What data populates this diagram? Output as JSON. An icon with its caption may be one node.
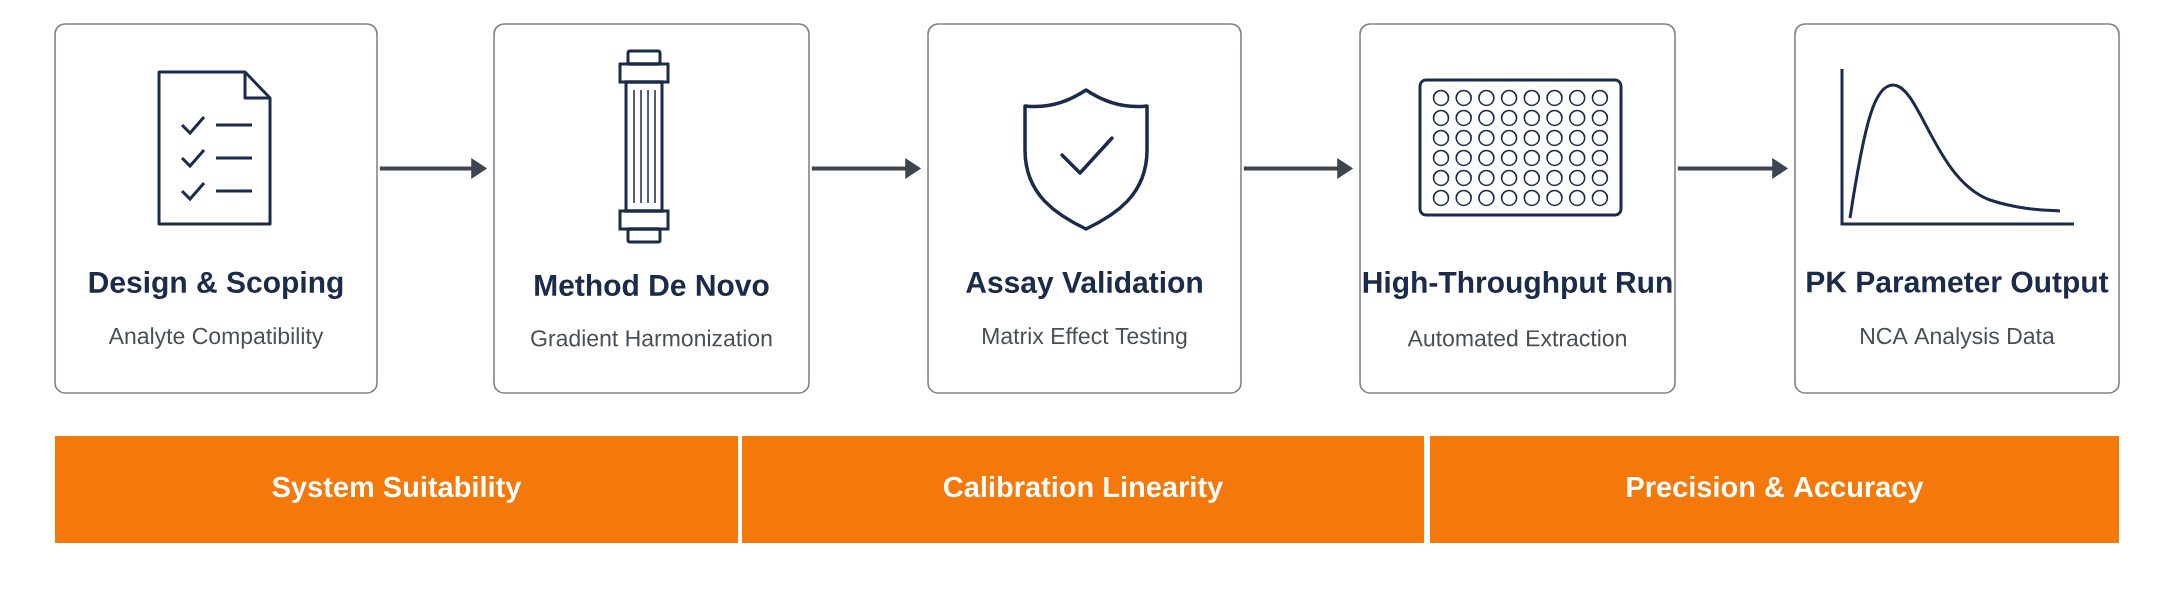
{
  "diagram": {
    "nodes": [
      {
        "text": [
          "Design & Scoping",
          "Analyte Compatibility"
        ]
      },
      {
        "text": [
          "Method De Novo",
          "Gradient Harmonization"
        ]
      },
      {
        "text": [
          "Assay Validation",
          "Matrix Effect Testing"
        ]
      },
      {
        "text": [
          "High-Throughput Run",
          "Automated Extraction"
        ]
      },
      {
        "text": [
          "PK Parameter Output",
          "NCA Analysis Data"
        ]
      },
      {
        "text": [
          "System Suitability"
        ]
      },
      {
        "text": [
          "Calibration Linearity"
        ]
      },
      {
        "text": [
          "Precision & Accuracy"
        ]
      }
    ],
    "edges": [
      {
        "from": 0,
        "to": 1,
        "arrow": "to"
      },
      {
        "from": 1,
        "to": 2,
        "arrow": "to"
      },
      {
        "from": 2,
        "to": 3,
        "arrow": "to"
      },
      {
        "from": 3,
        "to": 4,
        "arrow": "to"
      }
    ]
  }
}
